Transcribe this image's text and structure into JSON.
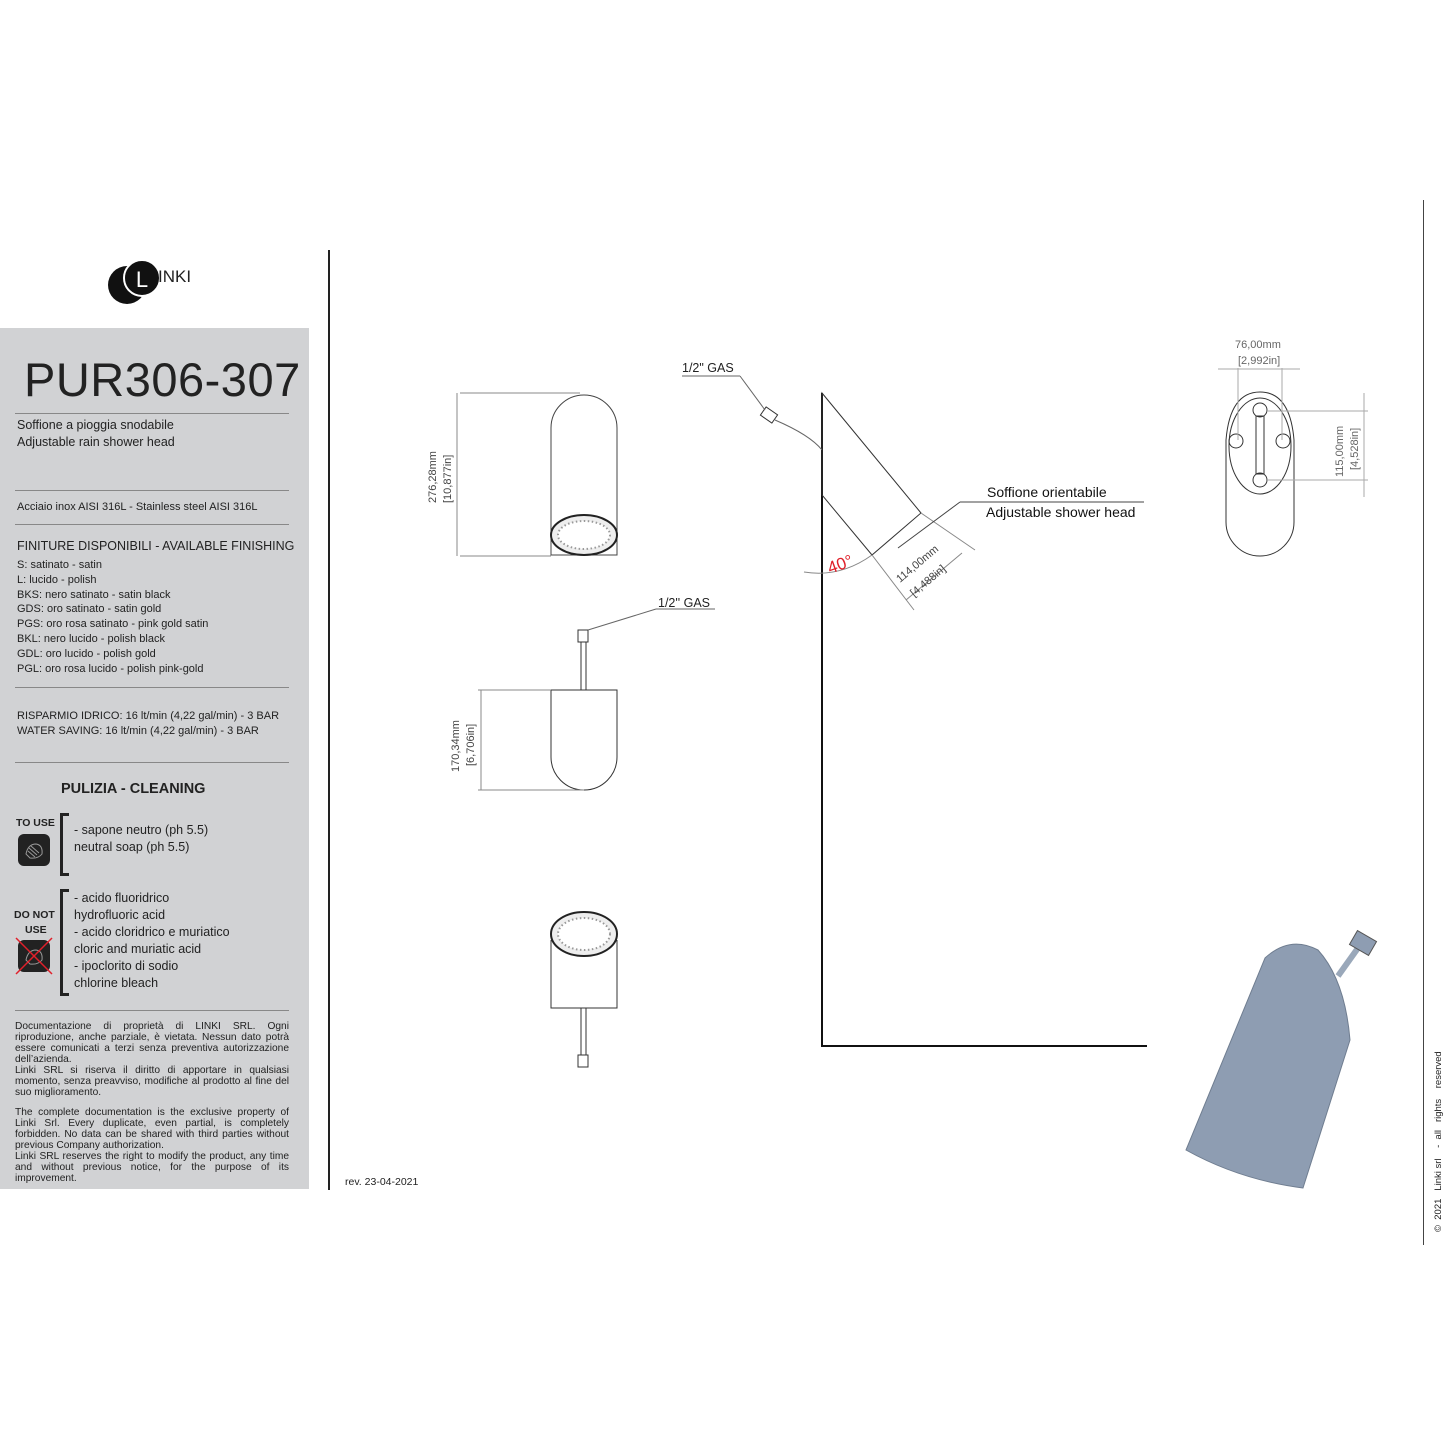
{
  "brand": {
    "logo_text": "INKI",
    "logo_letter": "L"
  },
  "product": {
    "code": "PUR306-307",
    "name_it": "Soffione a pioggia snodabile",
    "name_en": "Adjustable rain shower head",
    "material": "Acciaio inox AISI 316L - Stainless steel AISI 316L"
  },
  "finishing": {
    "title": "FINITURE DISPONIBILI - AVAILABLE FINISHING",
    "items": [
      "S: satinato  - satin",
      "L: lucido  - polish",
      "BKS: nero satinato  - satin black",
      "GDS: oro satinato  - satin gold",
      "PGS: oro rosa satinato  - pink gold satin",
      "BKL: nero lucido - polish black",
      "GDL: oro lucido - polish gold",
      "PGL: oro rosa lucido - polish pink-gold"
    ]
  },
  "water_saving": {
    "it": "RISPARMIO IDRICO: 16 lt/min (4,22 gal/min) - 3 BAR",
    "en": "WATER SAVING: 16 lt/min (4,22 gal/min) - 3 BAR"
  },
  "cleaning": {
    "title": "PULIZIA - CLEANING",
    "to_use_label": "TO USE",
    "to_use_items": [
      "- sapone neutro (ph 5.5)",
      "neutral soap (ph 5.5)"
    ],
    "do_not_use_label_1": "DO NOT",
    "do_not_use_label_2": "USE",
    "do_not_use_items": [
      "- acido fluoridrico",
      "hydrofluoric acid",
      "- acido cloridrico e muriatico",
      "cloric and muriatic acid",
      "- ipoclorito di sodio",
      "chlorine bleach"
    ]
  },
  "legal": {
    "it_1": "Documentazione di proprietà di LINKI SRL. Ogni riproduzione, anche parziale, è vietata. Nessun dato potrà essere comunicati a terzi senza preventiva autorizzazione dell’azienda.",
    "it_2": "Linki SRL si riserva il diritto di apportare in qualsiasi momento, senza preavviso, modifiche al prodotto al fine del suo miglioramento.",
    "en_1": "The complete documentation is the exclusive property of Linki Srl. Every duplicate, even partial, is completely forbidden. No data can be shared with third parties without previous Company authorization.",
    "en_2": "Linki SRL  reserves the right to modify the product, any time and without previous notice, for the purpose of its improvement."
  },
  "revision": "rev. 23-04-2021",
  "copyright": "©  2021   Linki srl    -  all   rights    reserved",
  "drawing": {
    "height_mm": "276,28mm",
    "height_in": "[10,877in]",
    "body_mm": "170,34mm",
    "body_in": "[6,706in]",
    "gas_1": "1/2\" GAS",
    "gas_2": "1/2'' GAS",
    "angle": "40°",
    "depth_mm": "114,00mm",
    "depth_in": "[4,488in]",
    "callout_it": "Soffione orientabile",
    "callout_en": "Adjustable shower head",
    "width_mm": "76,00mm",
    "width_in": "[2,992in]",
    "holes_mm": "115,00mm",
    "holes_in": "[4,528in]",
    "colors": {
      "accent_red": "#e0202a",
      "render_blue": "#8e9db2",
      "panel_gray": "#d1d2d4"
    }
  }
}
